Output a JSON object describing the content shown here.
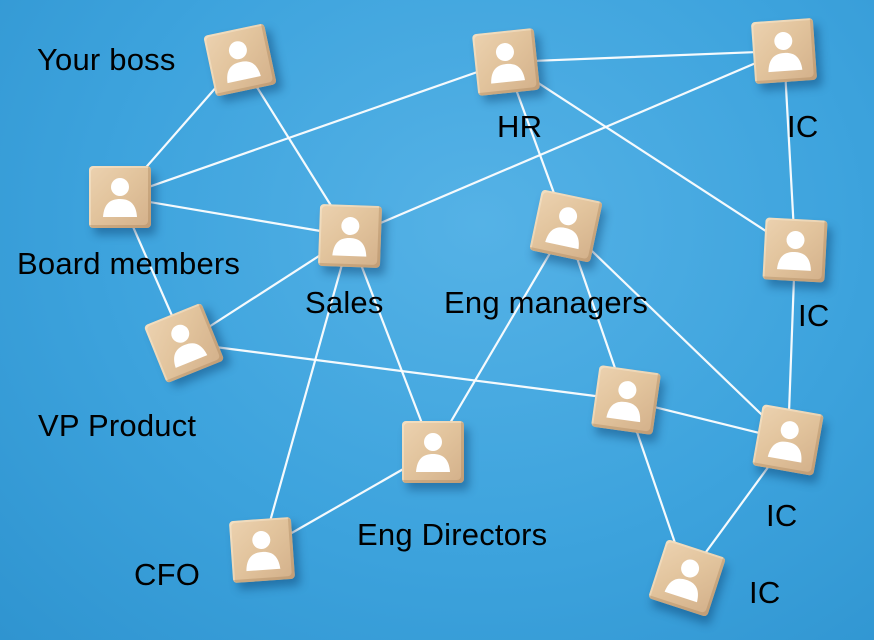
{
  "labels": {
    "your_boss": "Your boss",
    "hr": "HR",
    "ic_top_right": "IC",
    "board_members": "Board members",
    "sales": "Sales",
    "eng_managers": "Eng managers",
    "ic_right_middle": "IC",
    "vp_product": "VP Product",
    "ic_lower_right": "IC",
    "eng_directors": "Eng Directors",
    "cfo": "CFO",
    "ic_bottom_right": "IC"
  },
  "icons": {
    "block_glyph": "person-icon"
  },
  "colors": {
    "background": "#3da3dd",
    "lines": "#ffffff",
    "block": "#e2c49d",
    "figure": "#ffffff"
  }
}
